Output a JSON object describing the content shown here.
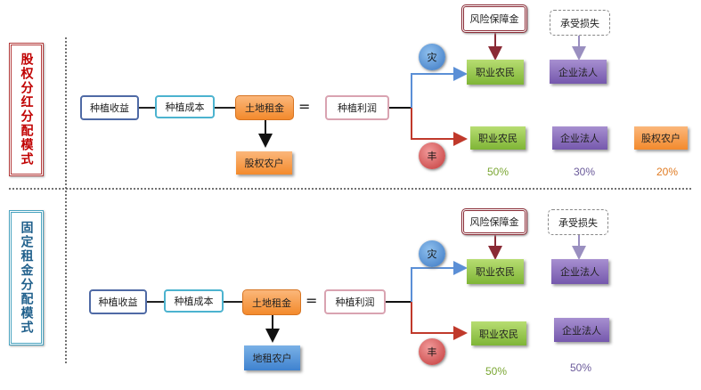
{
  "top": {
    "title": "股权分红分配模式",
    "flow": {
      "income": "种植收益",
      "cost": "种植成本",
      "rent": "土地租金",
      "profit": "种植利润",
      "rent_receiver": "股权农户"
    },
    "disaster": {
      "badge": "灾",
      "risk_fund": "风险保障金",
      "bear_loss": "承受损失",
      "farmer": "职业农民",
      "enterprise": "企业法人"
    },
    "harvest": {
      "badge": "丰",
      "farmer": "职业农民",
      "enterprise": "企业法人",
      "shareholder": "股权农户",
      "farmer_pct": "50%",
      "enterprise_pct": "30%",
      "shareholder_pct": "20%"
    }
  },
  "bottom": {
    "title": "固定租金分配模式",
    "flow": {
      "income": "种植收益",
      "cost": "种植成本",
      "rent": "土地租金",
      "profit": "种植利润",
      "rent_receiver": "地租农户"
    },
    "disaster": {
      "badge": "灾",
      "risk_fund": "风险保障金",
      "bear_loss": "承受损失",
      "farmer": "职业农民",
      "enterprise": "企业法人"
    },
    "harvest": {
      "badge": "丰",
      "farmer": "职业农民",
      "enterprise": "企业法人",
      "farmer_pct": "50%",
      "enterprise_pct": "50%"
    }
  },
  "colors": {
    "green_pct": "#7aa632",
    "purple_pct": "#6a5a9a",
    "orange_pct": "#e07b22"
  }
}
